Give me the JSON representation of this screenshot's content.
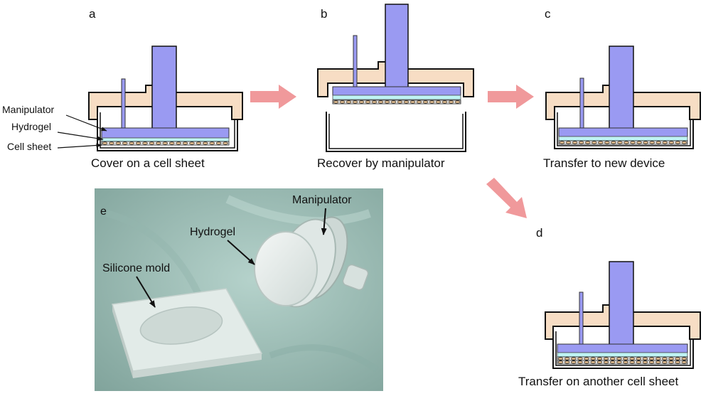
{
  "colors": {
    "manipulator": "#9a9af2",
    "hydrogel": "#bff4f4",
    "cap": "#f7ddc4",
    "dish": "#ffffff",
    "arrow": "#f0999b",
    "cell": "#d8b58a",
    "photo_bg": "#9fbfb7"
  },
  "panels": {
    "a": {
      "letter": "a",
      "caption": "Cover on a cell sheet"
    },
    "b": {
      "letter": "b",
      "caption": "Recover by manipulator"
    },
    "c": {
      "letter": "c",
      "caption": "Transfer to new device"
    },
    "d": {
      "letter": "d",
      "caption": "Transfer on another cell sheet"
    },
    "e": {
      "letter": "e"
    }
  },
  "side_labels": {
    "manipulator": "Manipulator",
    "hydrogel": "Hydrogel",
    "cell_sheet": "Cell sheet"
  },
  "photo_labels": {
    "manipulator": "Manipulator",
    "hydrogel": "Hydrogel",
    "silicone_mold": "Silicone mold"
  }
}
